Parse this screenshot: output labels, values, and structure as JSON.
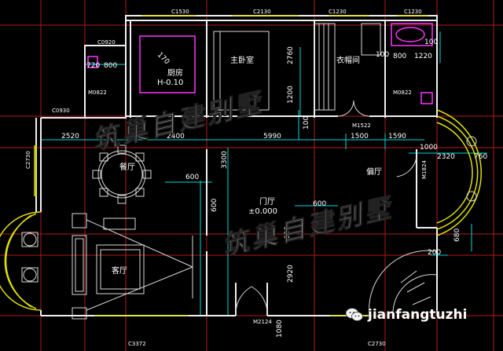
{
  "rooms": {
    "kitchen": "厨房",
    "kitchen_level": "H-0.10",
    "master_bedroom": "主卧室",
    "cloakroom": "衣帽间",
    "dining": "餐厅",
    "foyer": "门厅",
    "foyer_level": "±0.000",
    "lounge": "偏厅",
    "living": "客厅"
  },
  "window_tags": [
    "C1530",
    "C2130",
    "C1230",
    "C1230",
    "C0920",
    "C0930",
    "C2730",
    "C3372",
    "C2730"
  ],
  "door_tags": [
    "M0822",
    "M0822",
    "M1522",
    "M1824",
    "M2124"
  ],
  "dimensions": [
    "720",
    "800",
    "100",
    "1220",
    "800",
    "100",
    "2760",
    "1200",
    "100",
    "2520",
    "2400",
    "5990",
    "1500",
    "1590",
    "1000",
    "2320",
    "760",
    "3300",
    "600",
    "600",
    "600",
    "600",
    "2920",
    "1080",
    "200",
    "680",
    "170"
  ],
  "watermark": "筑巢自建别墅",
  "brand": {
    "name": "jianfangtuzhi",
    "icon": "wechat-icon"
  },
  "colors": {
    "wall": "#ffffff",
    "dim": "#00e5e5",
    "grid": "#cc1a1a",
    "window": "#e6e600",
    "fixture": "#ff33ff",
    "text": "#ffffff"
  }
}
